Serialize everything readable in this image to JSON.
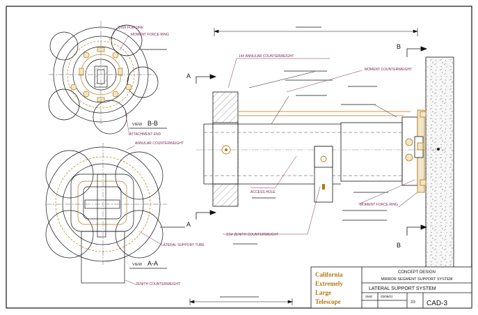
{
  "labels": {
    "disk_flexure": "DISK FLEXURE",
    "moment_force_ring_top": "MOMENT FORCE RING",
    "attachment_end": "ATTACHMENT END",
    "annular_counterweight_left": "ANNULAR COUNTERWEIGHT",
    "lateral_support_tube": "LATERAL SUPPORT TUBE",
    "zenith_counterweight_left": "ZENITH COUNTERWEIGHT",
    "annular_counterweight_right": "14# ANNULAR COUNTERWEIGHT",
    "moment_counterweight": "MOMENT COUNTERWEIGHT",
    "access_hole": "ACCESS HOLE",
    "moment_force_ring_right": "MOMENT FORCE RING",
    "zenith_counterweight_right": "3.5# ZENITH COUNTERWEIGHT"
  },
  "views": {
    "bb_word": "VIEW",
    "bb_letters": "B-B",
    "aa_word": "VIEW",
    "aa_letters": "A-A"
  },
  "section_marks": {
    "b_top": "B",
    "b_bottom": "B",
    "a_top": "A",
    "a_bottom": "A"
  },
  "title_block": {
    "logo_line1": "California",
    "logo_line2": "Extremely",
    "logo_line3": "Large",
    "logo_line4": "Telescope",
    "concept": "CONCEPT DESIGN",
    "system": "MIRROR SEGMENT SUPPORT SYSTEM",
    "title": "LATERAL SUPPORT SYSTEM",
    "author": "SMG",
    "date": "03/08/01",
    "sheet": "2/3",
    "dwg": "CAD-3"
  },
  "colors": {
    "line": "#111111",
    "brass": "#b07a12",
    "leader": "#7a2a55",
    "hidden": "#444444",
    "center": "#8a8a8a"
  }
}
